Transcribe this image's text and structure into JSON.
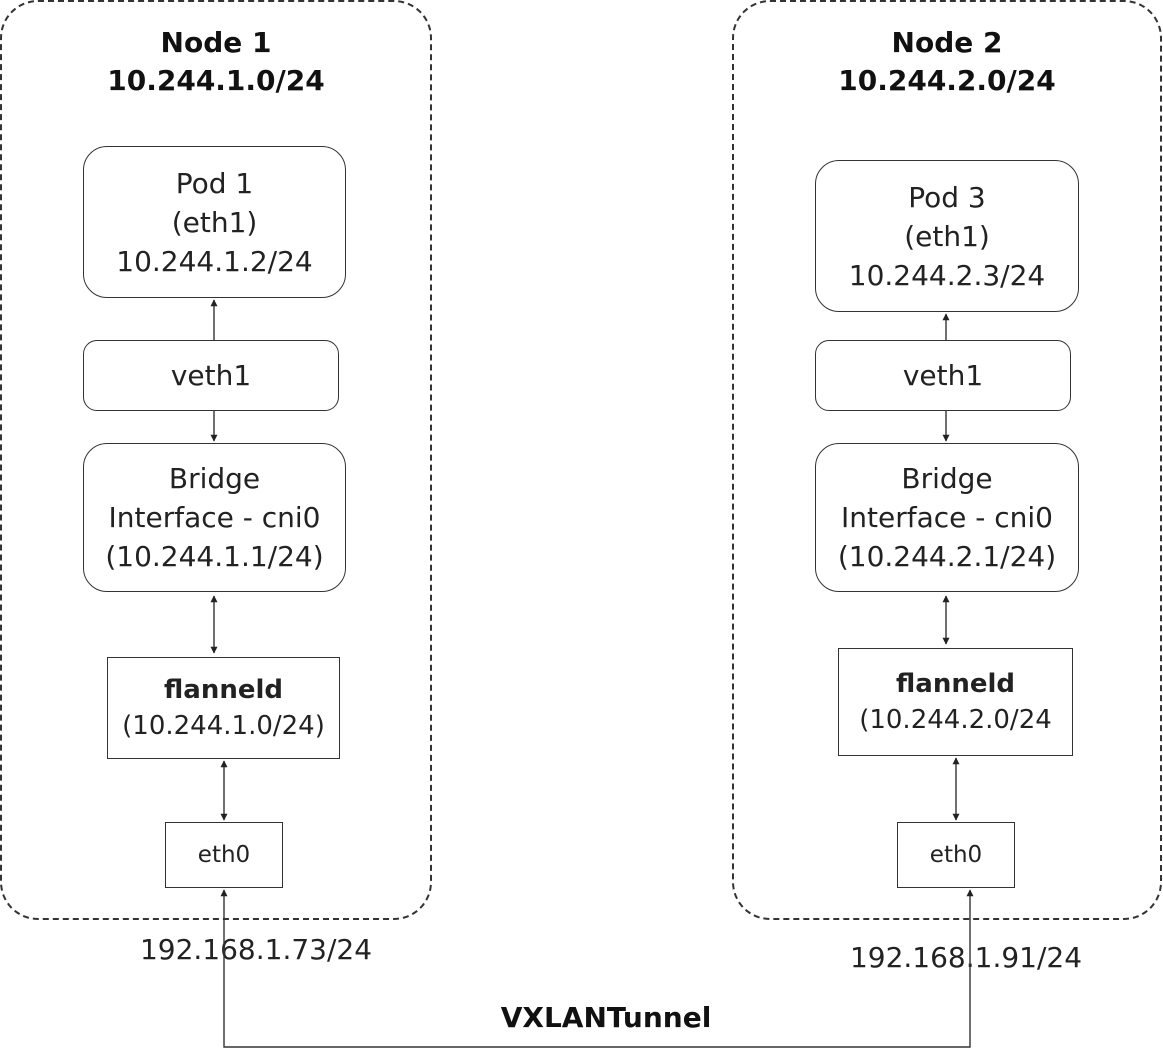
{
  "nodes": [
    {
      "title": "Node 1",
      "subnet": "10.244.1.0/24",
      "pod": {
        "name": "Pod 1",
        "iface": "(eth1)",
        "ip": "10.244.1.2/24"
      },
      "veth": "veth1",
      "bridge": {
        "line1": "Bridge",
        "line2": "Interface - cni0",
        "line3": "(10.244.1.1/24)"
      },
      "flanneld": {
        "name": "flanneld",
        "subnet": "(10.244.1.0/24)"
      },
      "eth0": "eth0",
      "host_ip": "192.168.1.73/24"
    },
    {
      "title": "Node 2",
      "subnet": "10.244.2.0/24",
      "pod": {
        "name": "Pod 3",
        "iface": "(eth1)",
        "ip": "10.244.2.3/24"
      },
      "veth": "veth1",
      "bridge": {
        "line1": "Bridge",
        "line2": "Interface - cni0",
        "line3": "(10.244.2.1/24)"
      },
      "flanneld": {
        "name": "flanneld",
        "subnet": "(10.244.2.0/24"
      },
      "eth0": "eth0",
      "host_ip": "192.168.1.91/24"
    }
  ],
  "tunnel": {
    "label": "VXLANTunnel"
  }
}
